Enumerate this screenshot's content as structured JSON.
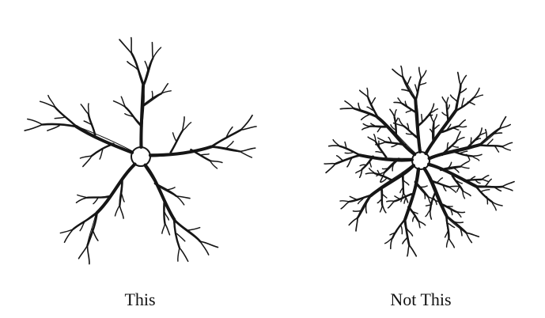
{
  "figures": [
    {
      "caption": "This",
      "tree": "sparse-branching-tree"
    },
    {
      "caption": "Not This",
      "tree": "dense-branching-tree"
    }
  ],
  "colors": {
    "ink": "#161616",
    "background": "#ffffff"
  }
}
